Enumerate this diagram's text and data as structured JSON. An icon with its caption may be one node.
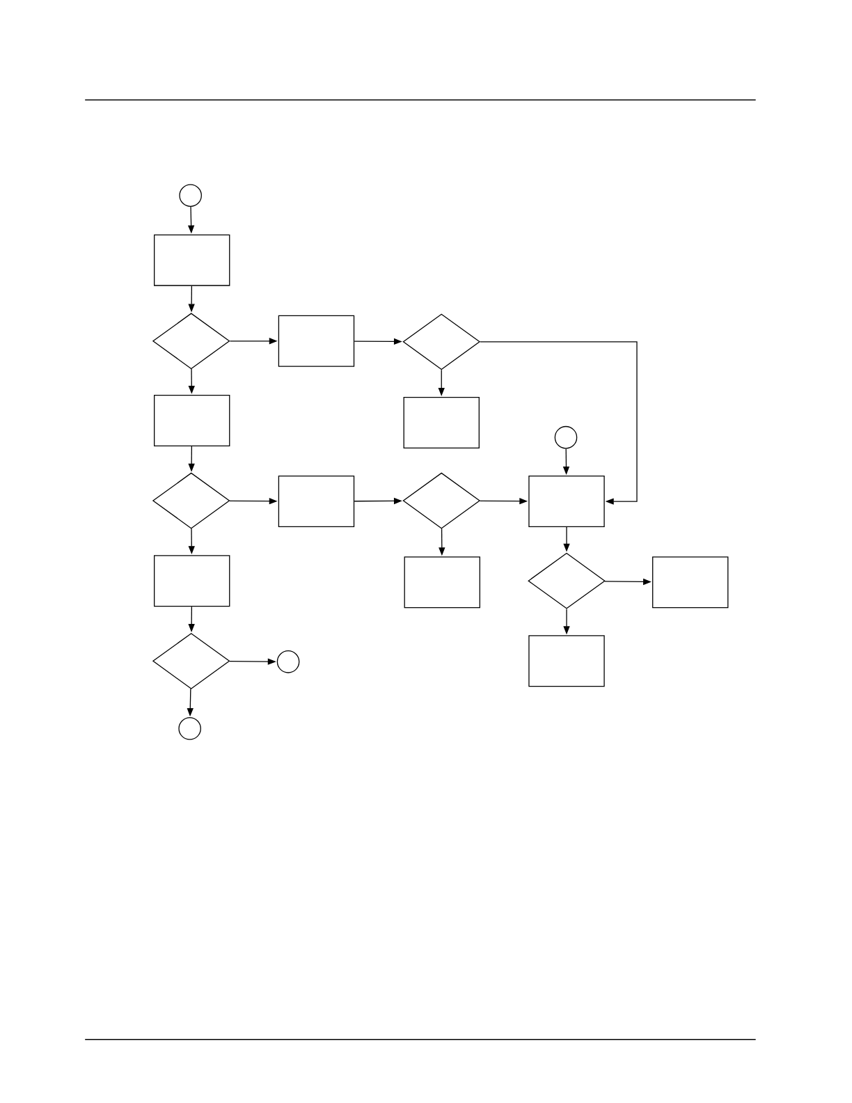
{
  "diagram": {
    "nodes": [
      {
        "text": [],
        "shape": "circle"
      },
      {
        "text": [],
        "shape": "box"
      },
      {
        "text": [],
        "shape": "diamond"
      },
      {
        "text": [],
        "shape": "box"
      },
      {
        "text": [],
        "shape": "diamond"
      },
      {
        "text": [],
        "shape": "box"
      },
      {
        "text": [],
        "shape": "box"
      },
      {
        "text": [],
        "shape": "diamond"
      },
      {
        "text": [],
        "shape": "box"
      },
      {
        "text": [],
        "shape": "diamond"
      },
      {
        "text": [],
        "shape": "box"
      },
      {
        "text": [],
        "shape": "circle"
      },
      {
        "text": [],
        "shape": "box"
      },
      {
        "text": [],
        "shape": "diamond"
      },
      {
        "text": [],
        "shape": "box"
      },
      {
        "text": [],
        "shape": "box"
      },
      {
        "text": [],
        "shape": "box"
      },
      {
        "text": [],
        "shape": "diamond"
      },
      {
        "text": [],
        "shape": "circle"
      },
      {
        "text": [],
        "shape": "circle"
      }
    ],
    "edges": [
      {
        "from": 0,
        "to": 1,
        "arrow": "to"
      },
      {
        "from": 1,
        "to": 2,
        "arrow": "to"
      },
      {
        "from": 2,
        "to": 3,
        "arrow": "to"
      },
      {
        "from": 2,
        "to": 6,
        "arrow": "to"
      },
      {
        "from": 3,
        "to": 4,
        "arrow": "to"
      },
      {
        "from": 4,
        "to": 5,
        "arrow": "to"
      },
      {
        "from": 4,
        "to": 12,
        "arrow": "to"
      },
      {
        "from": 6,
        "to": 7,
        "arrow": "to"
      },
      {
        "from": 7,
        "to": 8,
        "arrow": "to"
      },
      {
        "from": 7,
        "to": 16,
        "arrow": "to"
      },
      {
        "from": 8,
        "to": 9,
        "arrow": "to"
      },
      {
        "from": 9,
        "to": 10,
        "arrow": "to"
      },
      {
        "from": 9,
        "to": 12,
        "arrow": "to"
      },
      {
        "from": 11,
        "to": 12,
        "arrow": "to"
      },
      {
        "from": 12,
        "to": 13,
        "arrow": "to"
      },
      {
        "from": 13,
        "to": 14,
        "arrow": "to"
      },
      {
        "from": 13,
        "to": 15,
        "arrow": "to"
      },
      {
        "from": 16,
        "to": 17,
        "arrow": "to"
      },
      {
        "from": 17,
        "to": 18,
        "arrow": "to"
      },
      {
        "from": 17,
        "to": 19,
        "arrow": "to"
      }
    ]
  }
}
